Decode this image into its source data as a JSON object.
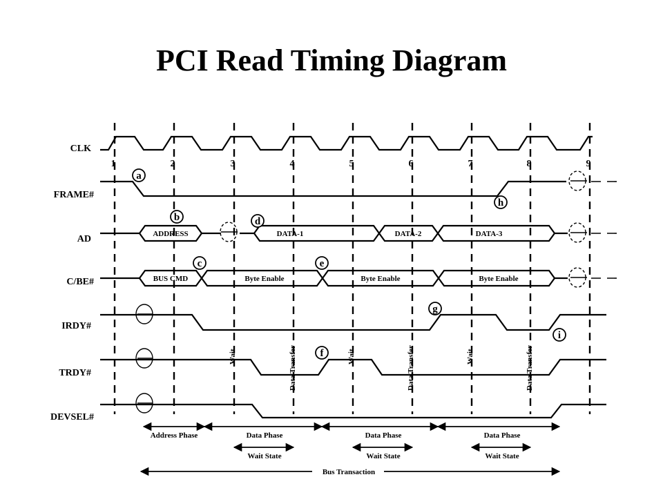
{
  "title": "PCI Read Timing Diagram",
  "signals": [
    "CLK",
    "FRAME#",
    "AD",
    "C/BE#",
    "IRDY#",
    "TRDY#",
    "DEVSEL#"
  ],
  "clocks": [
    "1",
    "2",
    "3",
    "4",
    "5",
    "6",
    "7",
    "8",
    "9"
  ],
  "bus_values": {
    "address": "ADDRESS",
    "data1": "DATA-1",
    "data2": "DATA-2",
    "data3": "DATA-3",
    "bus_cmd": "BUS CMD",
    "byte_enable": "Byte Enable"
  },
  "events": [
    "a",
    "b",
    "c",
    "d",
    "e",
    "f",
    "g",
    "h",
    "i"
  ],
  "annotations": {
    "wait": "Wait",
    "data_transfer": "Data Transfer"
  },
  "phases": {
    "address_phase": "Address Phase",
    "data_phase": "Data Phase",
    "wait_state": "Wait State",
    "bus_transaction": "Bus Transaction"
  },
  "colors": {
    "ink": "#000000",
    "background": "#ffffff"
  }
}
